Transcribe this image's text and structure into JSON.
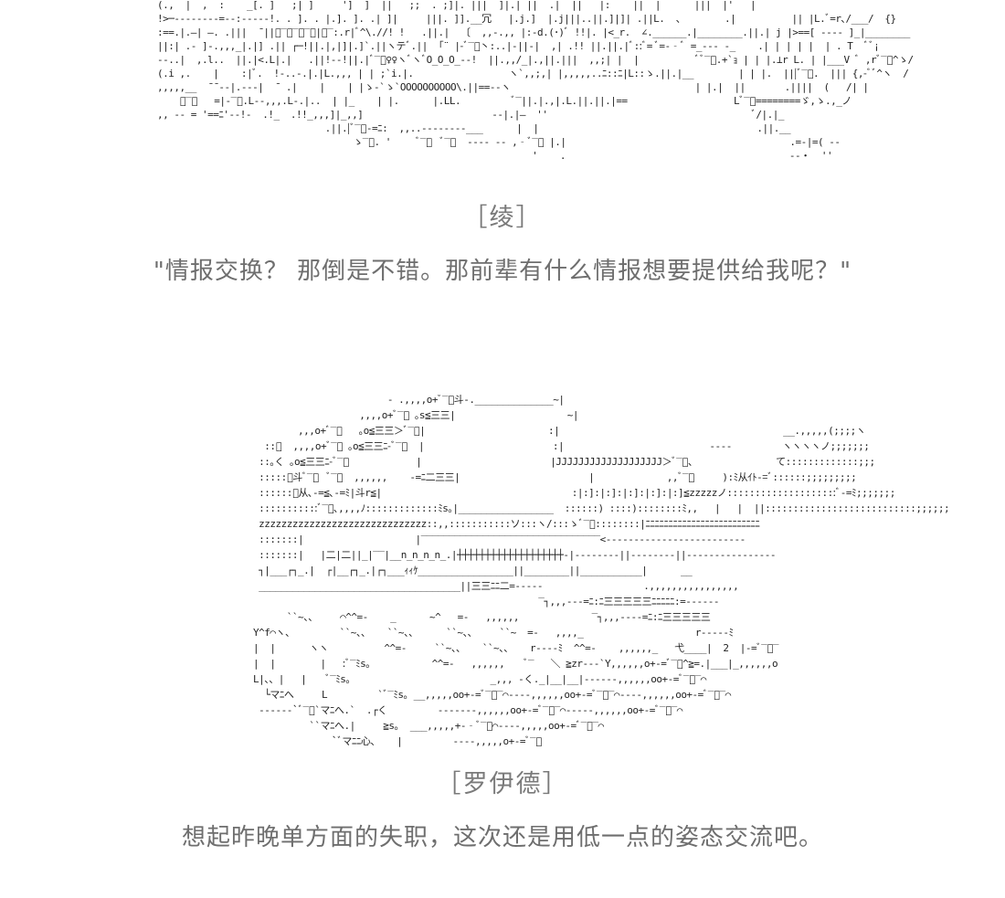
{
  "scene_1": {
    "speaker": "［绫］",
    "line": "\"情报交换？ 那倒是不错。那前辈有什么情报想要提供给我呢？\""
  },
  "scene_2": {
    "speaker": "［罗伊德］",
    "line": "想起昨晚单方面的失职，这次还是用低一点的姿态交流吧。"
  },
  "ascii_art_1": [
    "(.,  |  ,  :    _[. ]   ;| ]     ']  ]  ||   ;;  . ;]|. |||  ]|.| ||  .|  ||   |:    ||  |      |||  |'   |",
    "!>─‐‐‐‐‐‐‐‐=‐‐:‐‐‐‐-!. . ]. . |.]. ]. .| ]|     |||. ]].__冗   |.j.]  |.j|||..||.]|]| .||L.  、       .|          || |L.ﾞ=r､/___/  {}",
    ":==.|.―| ―. .|||  ̄ ||ﾞ‾ﾞ‾ﾞ‾ﾞ|ﾞ‾:.r|ﾞ^\\.//! !   .||.|  〔  ,,-.,, |:-d.(･)ﾞ !!|. |<_r.  ∠.______.|________.||.| j |>==[ ‐‐‐‐ ]_|________",
    "||:| .‐ ]-.,,,_|.|] .|| ┌─!||.|,|]|.]`.||ヽテﾞ.||  ｢¨ |-ﾞ‾ﾞ丶:..|-||-|  ,| .!! ||.||.|ﾞ::ﾞ= ﾞ=‐‐ﾞ =_--- -_    .| | | | |  | . T  ﾞﾞ¡",
    "--..|  ,.l..  ||.|<.L|.|   .||!‐‐!||.|ﾞ‾ﾞ♀♀ヽﾞヽﾞO_O_O_--!  ||.,,/_|.,||.|||  ,,;| |  |          ﾞﾞ‾ﾞ.+`ｮ | | |.⊥r L. | |___V ﾞ ,rﾞ‾ﾞ^ゝ/",
    "(.i ,.    |    :|ﾞ.  !-..-.|.|L.,,, | | ;`i.|.                 ヽ`,,;,| |,,,,,..ﾆ::ﾆ|L::ゝ.||.|__        | | |.  |||ﾞ‾ﾞ.  ||| {,-ﾞﾞ^ヽ  /",
    ",,,,,__  ̄ ̄ ‐‐|.‐‐‐|  ̄  .|    |    | |ゝ‐`ゝ`OOOOOOOOOO\\.||==‐‐ヽ                                 | |.|  ||       .||||  (   /| |",
    "    ﾞ‾ﾞ   =|-‾ﾞ.L-‐,,,.L-.|..  | |_    | |.      |.LL.         ﾞ‾||.|.,|.L.||.||.|==                   Lﾞ‾ﾞ========ゞ,ゝ.,_ノ",
    ",, -- = '==ﾆ'‐‐!-  .!_  .!!_,,,]|_,,]                       ‐‐|.|―  ''                                     ﾞ/|.|_",
    "                              .||.|ﾞ‾ﾞ-=ﾆ:  ,,..‐‐‐‐‐‐‐‐___      |  |                                       .||.__",
    "                                   ゝ‾ﾞ. '     ﾞ‾ﾞ  ﾞ‾ﾞ  ‐‐‐‐ ‐‐ ,‐ﾞ‾ﾞ |.|                                        .=‐|=( ‐‐",
    "                                                                   '    .                                        ‐-・  ''"
  ],
  "ascii_art_2": [
    "                                ‐ .,,,,o+ﾞ‾ﾞ斗-.______________~|",
    "                           ,,,,o+ﾞ‾ﾞ ｡s≦三三|                    ~|",
    "                ,,,o+ﾞ‾ﾞ   ｡o≦三三＞ﾞ‾ﾞ|                      :|                                        __.,,,,,(;;;;ヽ",
    "          ::ﾞ  ,,,,o+ﾞ‾ﾞ ｡o≦三三ﾆ-ﾞ‾ﾞ  |                       :|                          ‐‐‐‐         ヽヽヽヽノ;;;;;;;",
    "         ::｡く ｡o≦三三ﾆ-ﾞ‾ﾞ            |                       |JJJJJJJJJJJJJJJJJJJ＞ﾞ‾ﾞ、              て:::::::::::::;;;",
    "         :::::ﾞ斗ﾞ‾ﾞ  ﾞ‾ﾞ  ,,,,,,    -=ﾆ二三三|                       |             ,,ﾞ‾ﾞ     ):ﾐ从ｲﾄ‐=ﾞ::::::;;;;;;;;;",
    "         ::::::ﾞ从､‐=≦､‐=ﾐ|斗r≦|                                  :|:]:|:]:|:]:|:]:|:]≦zzzzzノ::::::::::::::::::::ﾞ‐=ﾐ;;;;;;;",
    "         :::::::::::ﾞ‾ﾞ､,,,,ﾉ:::::::::::::ﾐs｡|_________________  ::::::) ::::)::::::::ﾐ,,   |   |  ||:::::::::::::::::::::::::::;;;;;;",
    "         zzzzzzzzzzzzzzzzzzzzzzzzzzzzzz::,,:::::::::::ソ:::ヽ/:::ゝﾞ‾ﾞ::::::::|ﾆﾆﾆﾆﾆﾆﾆﾆﾆﾆﾆﾆﾆﾆﾆﾆﾆﾆﾆﾆﾆﾆﾆﾆﾆ",
    "         :::::::|                    |‾‾‾‾‾‾‾‾‾‾‾‾‾‾‾‾‾‾‾‾‾‾‾‾‾‾‾‾‾‾‾‾<‐‐‐‐‐‐‐‐‐‐‐‐‐‐‐‐‐‐‐‐‐‐‐‐‐",
    "         :::::::|   |二|二||_|‾‾|__n_n_n_n_.|┼┼┼┼┼┼┼┼┼┼┼┼┼┼┼┼┼┼┼‐|‐‐‐‐‐‐‐‐||‐‐‐‐‐‐‐‐||‐‐‐‐‐‐‐‐‐‐‐‐‐‐‐‐",
    "         ┐|___┌┐_.|  ┌|__┌┐_.|┌┐___ｨｨｹ_________________||________||___________|      __",
    "         ____________________________________||三三ﾆﾆ二=‐‐‐‐‐                  .,,,,,,,,,,,,,,,,",
    "                                                           ‾┐,,,‐‐‐=ﾆ:ﾆ三三三三三ﾆﾆﾆﾆﾆ:=‐‐‐‐‐‐",
    "              ``~、、    ⌒^^=-    _      ~^   =-   ,,,,,,             ‾┐,,,‐‐‐‐=ﾆ:ﾆ三三三三三",
    "        Y^f⌒ヽ、        ``~、、   ``~、、     ``~、、    ``~  =-   ,,,,_                    r‐‐‐‐‐ﾐ",
    "        |  |      ヽヽ          ^^=-     ``~、、   ``~、、   r‐‐‐‐ﾐ  ^^=-    ,,,,,,_   弋____|  2  |‐=ﾞ‾ﾞ‾",
    "        |  |        |   :ﾞ‾ﾐs｡           ^^=-   ,,,,,,    ﾞ‾   ＼ ≧zr‐‐‐`Y,,,,,,o+‐=ﾞ‾ﾞ^≧=.|___|_,,,,,,o",
    "        L|、、|   |    ﾞ‾ﾐs｡                         _,,, ‐く._|__|__|‐‐‐‐‐‐,,,,,,oo+‐=ﾞ‾ﾞ‾⌒",
    "          └マﾆへ     L         `ﾞ‾ﾐs｡ __,,,,,oo+‐=ﾞ‾ﾞ‾⌒‐‐‐‐,,,,,,oo+‐=ﾞ‾ﾞ‾⌒‐‐‐‐,,,,,,oo+‐=ﾞ‾ﾞ‾⌒",
    "         ‐‐‐‐‐‐`ﾞ‾ﾞ`マﾆへ.`  .┌く         ‐‐‐‐‐‐‐,,,,,,oo+‐=ﾞ‾ﾞ‾⌒‐‐‐‐‐,,,,,,oo+‐=ﾞ‾ﾞ‾⌒",
    "                  ``マﾆへ.|     ≧s｡  ___,,,,,+‐‐ﾞ‾ﾞ⌒‐‐‐‐,,,,,oo+‐=ﾞ‾ﾞ‾⌒",
    "                      `ﾞマﾆﾆ心、   |         ‐‐‐‐,,,,,o+‐=ﾞ‾ﾞ"
  ]
}
